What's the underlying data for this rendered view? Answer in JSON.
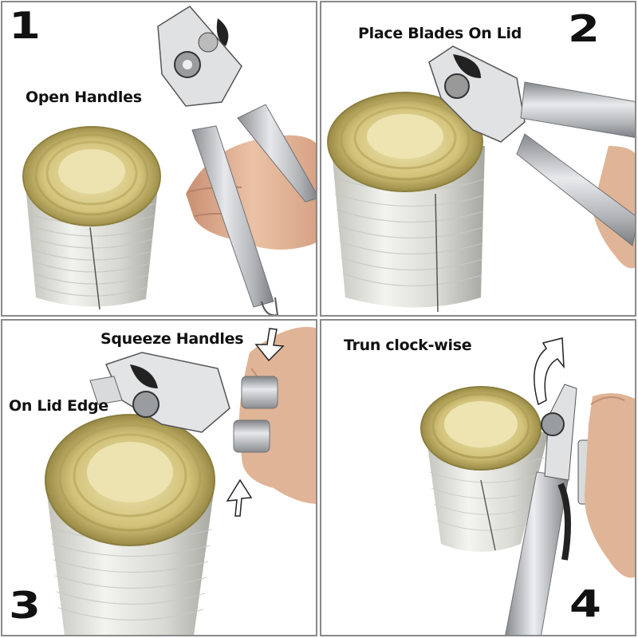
{
  "panels": [
    {
      "step": "1",
      "captions": [
        "Open Handles"
      ]
    },
    {
      "step": "2",
      "captions": [
        "Place Blades On Lid"
      ]
    },
    {
      "step": "3",
      "captions": [
        "Squeeze Handles",
        "On Lid Edge"
      ]
    },
    {
      "step": "4",
      "captions": [
        "Trun clock-wise"
      ]
    }
  ],
  "colors": {
    "border": "#8a8a8a",
    "lid_gold": "#c9b96a",
    "lid_light": "#e6dca0",
    "can_silver": "#dcdcd6",
    "steel": "#b9bcbf",
    "skin": "#e0b497",
    "text": "#111111"
  }
}
